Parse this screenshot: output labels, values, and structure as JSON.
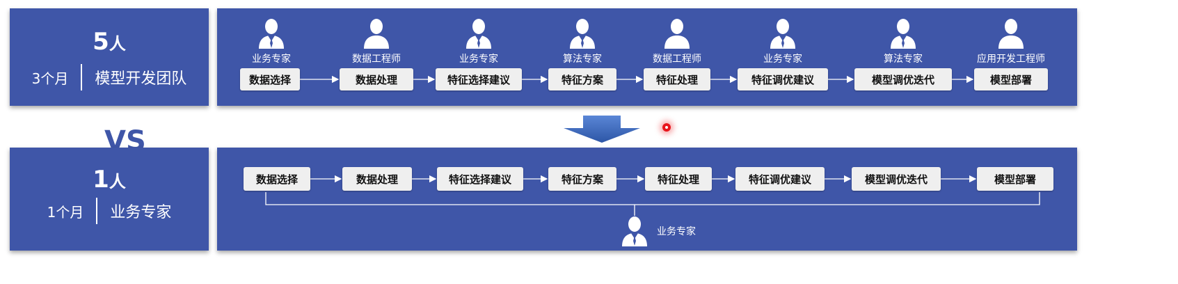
{
  "top": {
    "count_number": "5",
    "count_unit": "人",
    "duration": "3个月",
    "team": "模型开发团队",
    "roles": [
      "业务专家",
      "数据工程师",
      "业务专家",
      "算法专家",
      "数据工程师",
      "业务专家",
      "算法专家",
      "应用开发工程师"
    ],
    "steps": [
      "数据选择",
      "数据处理",
      "特征选择建议",
      "特征方案",
      "特征处理",
      "特征调优建议",
      "模型调优迭代",
      "模型部署"
    ],
    "icons": [
      "person-tie-icon",
      "person-icon",
      "person-tie-icon",
      "person-tie-icon",
      "person-icon",
      "person-tie-icon",
      "person-tie-icon",
      "person-icon"
    ]
  },
  "vs_label": "VS",
  "bottom": {
    "count_number": "1",
    "count_unit": "人",
    "duration": "1个月",
    "team": "业务专家",
    "steps": [
      "数据选择",
      "数据处理",
      "特征选择建议",
      "特征方案",
      "特征处理",
      "特征调优建议",
      "模型调优迭代",
      "模型部署"
    ],
    "role": "业务专家",
    "icon": "person-tie-icon"
  },
  "colors": {
    "panel": "#3f56a8",
    "box": "#efefef",
    "arrow": "#3d6fc4"
  }
}
